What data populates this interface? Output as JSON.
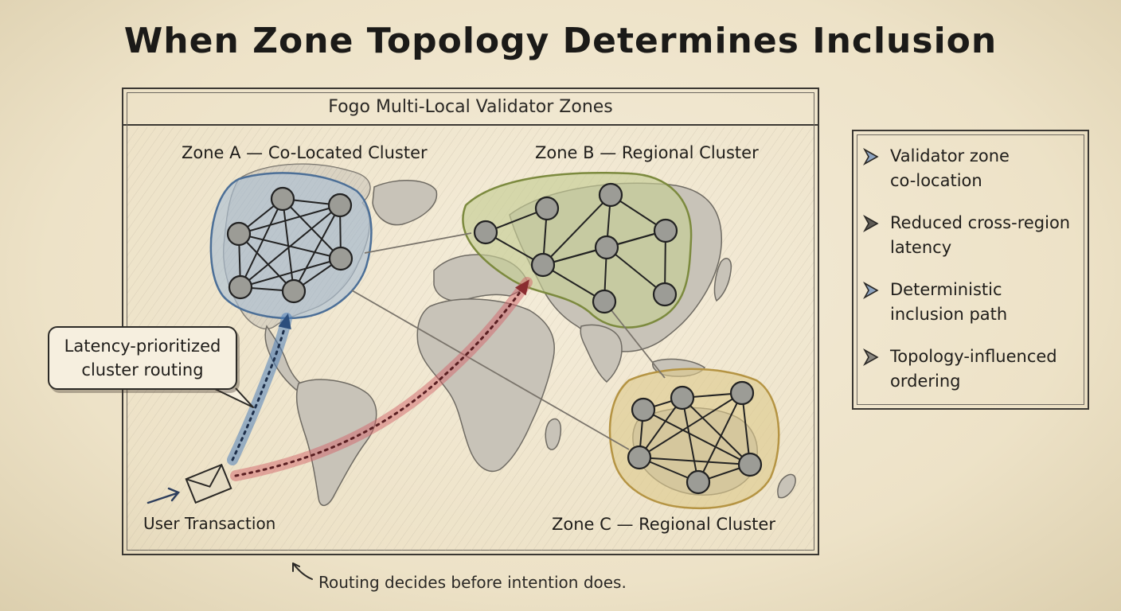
{
  "title": "When Zone Topology Determines Inclusion",
  "map": {
    "header": "Fogo Multi-Local Validator Zones",
    "zones": {
      "a": "Zone A — Co-Located Cluster",
      "b": "Zone B — Regional Cluster",
      "c": "Zone C — Regional Cluster"
    },
    "callout_lines": [
      "Latency-prioritized",
      "cluster routing"
    ],
    "transaction_label": "User Transaction"
  },
  "footer_note": "Routing decides before intention does.",
  "legend": {
    "items": [
      {
        "line1": "Validator zone",
        "line2": "co-location"
      },
      {
        "line1": "Reduced cross-region",
        "line2": "latency"
      },
      {
        "line1": "Deterministic",
        "line2": "inclusion path"
      },
      {
        "line1": "Topology-influenced",
        "line2": "ordering"
      }
    ]
  },
  "colors": {
    "zone_a": "#a9bfd3",
    "zone_b": "#c6cd94",
    "zone_c": "#ddc98d",
    "route_blue": "#4f7fba",
    "route_red": "#d2646a",
    "node": "#9c9c96",
    "ink": "#2a2825",
    "land": "#b8b3aa"
  },
  "icons": [
    "envelope-icon",
    "arrow-icon",
    "triangle-bullet-icon"
  ]
}
